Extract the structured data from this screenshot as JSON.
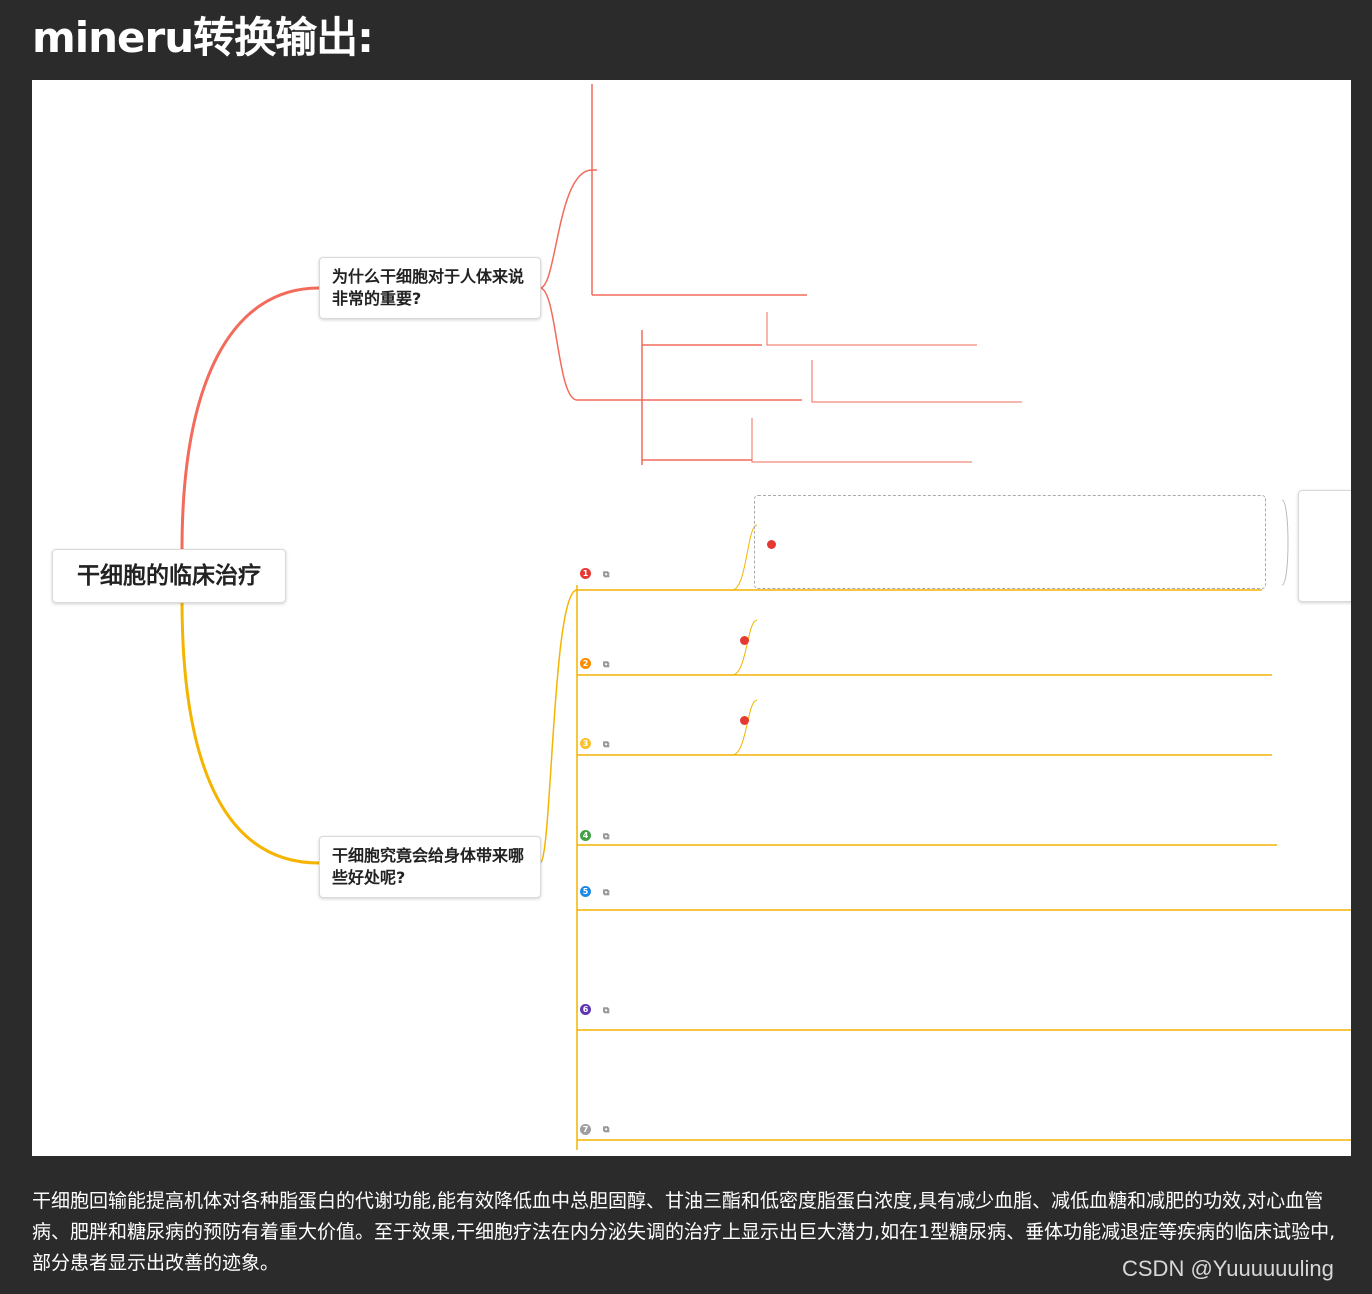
{
  "heading": "mineru转换输出:",
  "mindmap": {
    "root": "干细胞的临床治疗",
    "branch_a": {
      "title": "为什么干细胞对于人体来说非常的重要?",
      "intro_text": "",
      "sub_label": "",
      "subs": [
        "",
        "",
        ""
      ]
    },
    "branch_b": {
      "title": "干细胞究竟会给身体带来哪些好处呢?",
      "sections": [
        {
          "num": "1",
          "label": "",
          "text": ""
        },
        {
          "num": "2",
          "label": "",
          "text": ""
        },
        {
          "num": "3",
          "label": "",
          "text": ""
        },
        {
          "num": "4",
          "label": "",
          "text": ""
        },
        {
          "num": "5",
          "label": "",
          "text": ""
        },
        {
          "num": "6",
          "label": "",
          "text": ""
        },
        {
          "num": "7",
          "label": "",
          "text": ""
        }
      ]
    },
    "colors": {
      "branch_a": "#f26b5b",
      "branch_b": "#f4b400",
      "marker": "#e53935"
    }
  },
  "footer": "干细胞回输能提高机体对各种脂蛋白的代谢功能,能有效降低血中总胆固醇、甘油三酯和低密度脂蛋白浓度,具有减少血脂、减低血糖和减肥的功效,对心血管病、肥胖和糖尿病的预防有着重大价值。至于效果,干细胞疗法在内分泌失调的治疗上显示出巨大潜力,如在1型糖尿病、垂体功能减退症等疾病的临床试验中,部分患者显示出改善的迹象。",
  "watermark": "CSDN @Yuuuuuuling"
}
